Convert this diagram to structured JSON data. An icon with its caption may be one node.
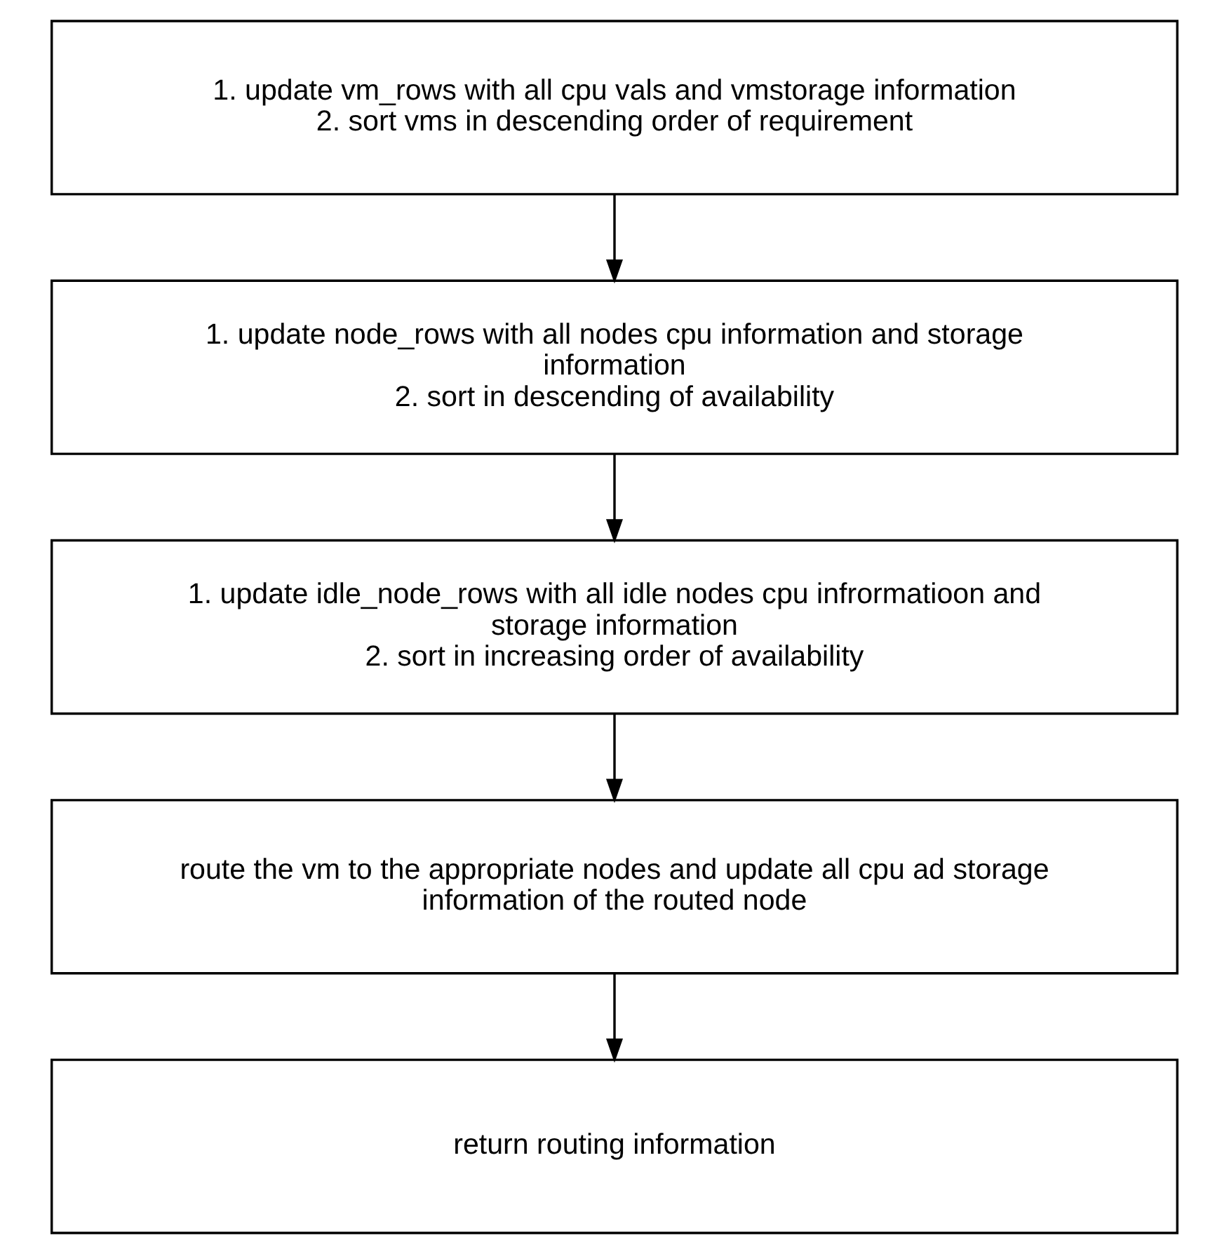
{
  "diagram": {
    "nodes": [
      {
        "text": [
          "1. update vm_rows with all cpu vals and vmstorage information",
          "2. sort vms in descending order of requirement"
        ]
      },
      {
        "text": [
          "1. update node_rows with all nodes cpu information and storage information",
          "2. sort in descending of availability"
        ]
      },
      {
        "text": [
          "1. update idle_node_rows with all idle nodes cpu infrormatioon and storage information",
          "2. sort in increasing order of availability"
        ]
      },
      {
        "text": [
          "route the vm to the appropriate nodes and update all cpu ad storage information of the routed node"
        ]
      },
      {
        "text": [
          "return routing information"
        ]
      }
    ],
    "edges": [
      {
        "from": 0,
        "to": 1,
        "arrow": "to"
      },
      {
        "from": 1,
        "to": 2,
        "arrow": "to"
      },
      {
        "from": 2,
        "to": 3,
        "arrow": "to"
      },
      {
        "from": 3,
        "to": 4,
        "arrow": "to"
      }
    ]
  }
}
